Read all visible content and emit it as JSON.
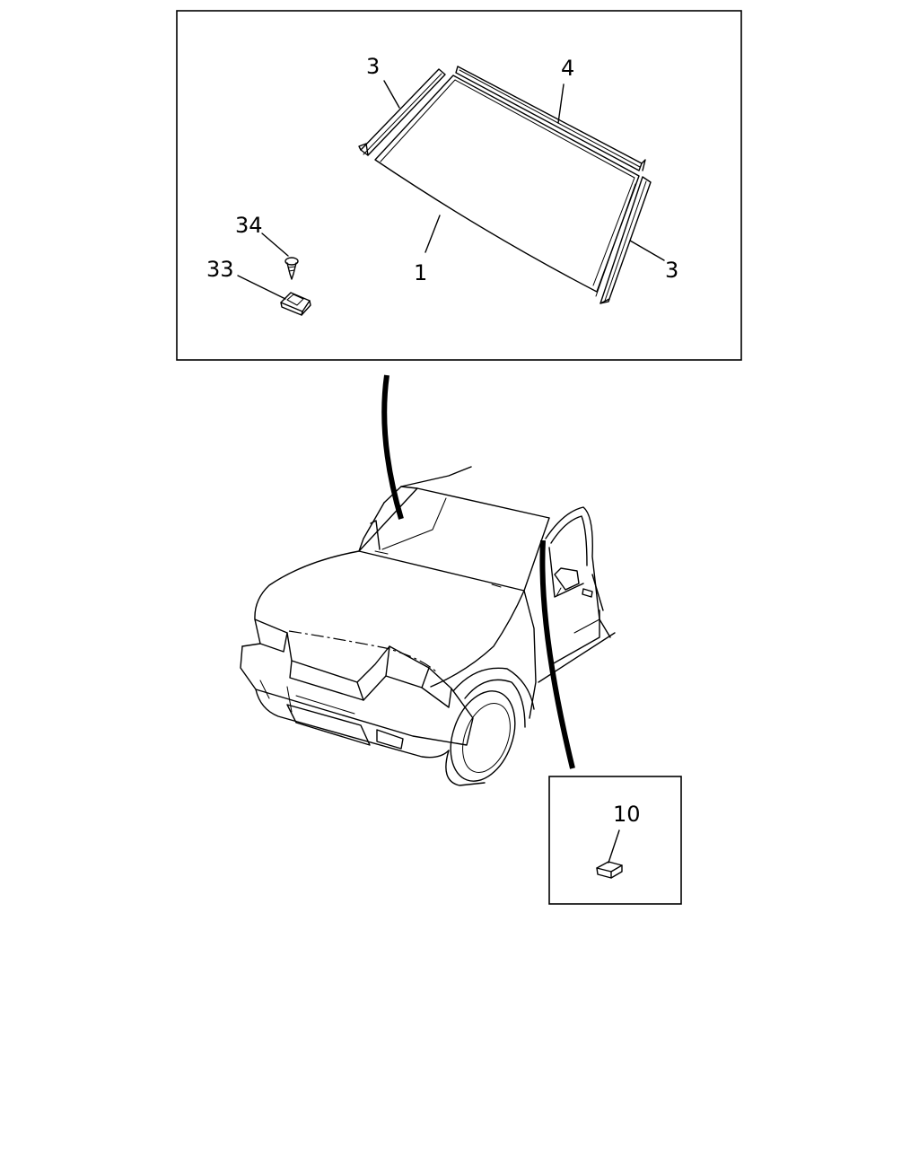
{
  "callouts": {
    "windshield": "1",
    "side_molding_left": "3",
    "top_molding": "4",
    "side_molding_right": "3",
    "screw": "34",
    "clip": "33",
    "spacer_block": "10"
  }
}
